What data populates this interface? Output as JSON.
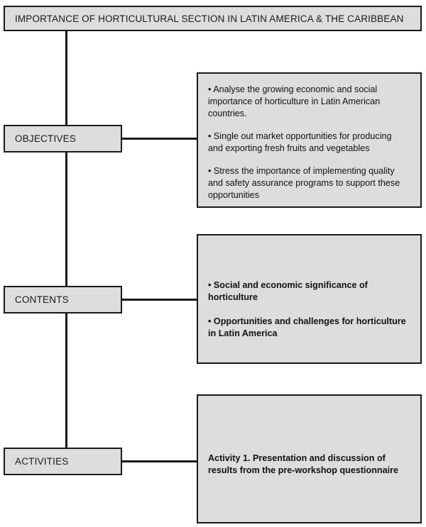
{
  "header": {
    "title": "IMPORTANCE OF HORTICULTURAL SECTION IN LATIN AMERICA & THE CARIBBEAN"
  },
  "stages": {
    "objectives": {
      "label": "OBJECTIVES"
    },
    "contents": {
      "label": "CONTENTS"
    },
    "activities": {
      "label": "ACTIVITIES"
    }
  },
  "panels": {
    "objectives": {
      "bullets": [
        "• Analyse the growing economic and social importance of horticulture in Latin American countries.",
        "• Single out market opportunities for producing and exporting fresh fruits and vegetables",
        "• Stress the importance of implementing quality and safety assurance programs to support these opportunities"
      ]
    },
    "contents": {
      "bullets": [
        "• Social and economic significance of horticulture",
        "• Opportunities and challenges for horticulture in Latin America"
      ]
    },
    "activities": {
      "bullets": [
        "Activity 1. Presentation and discussion of results from the pre-workshop questionnaire"
      ]
    }
  },
  "colors": {
    "box_fill": "#dddddd",
    "box_border": "#1a1a1a",
    "page_background": "#ffffff",
    "text": "#111111"
  }
}
